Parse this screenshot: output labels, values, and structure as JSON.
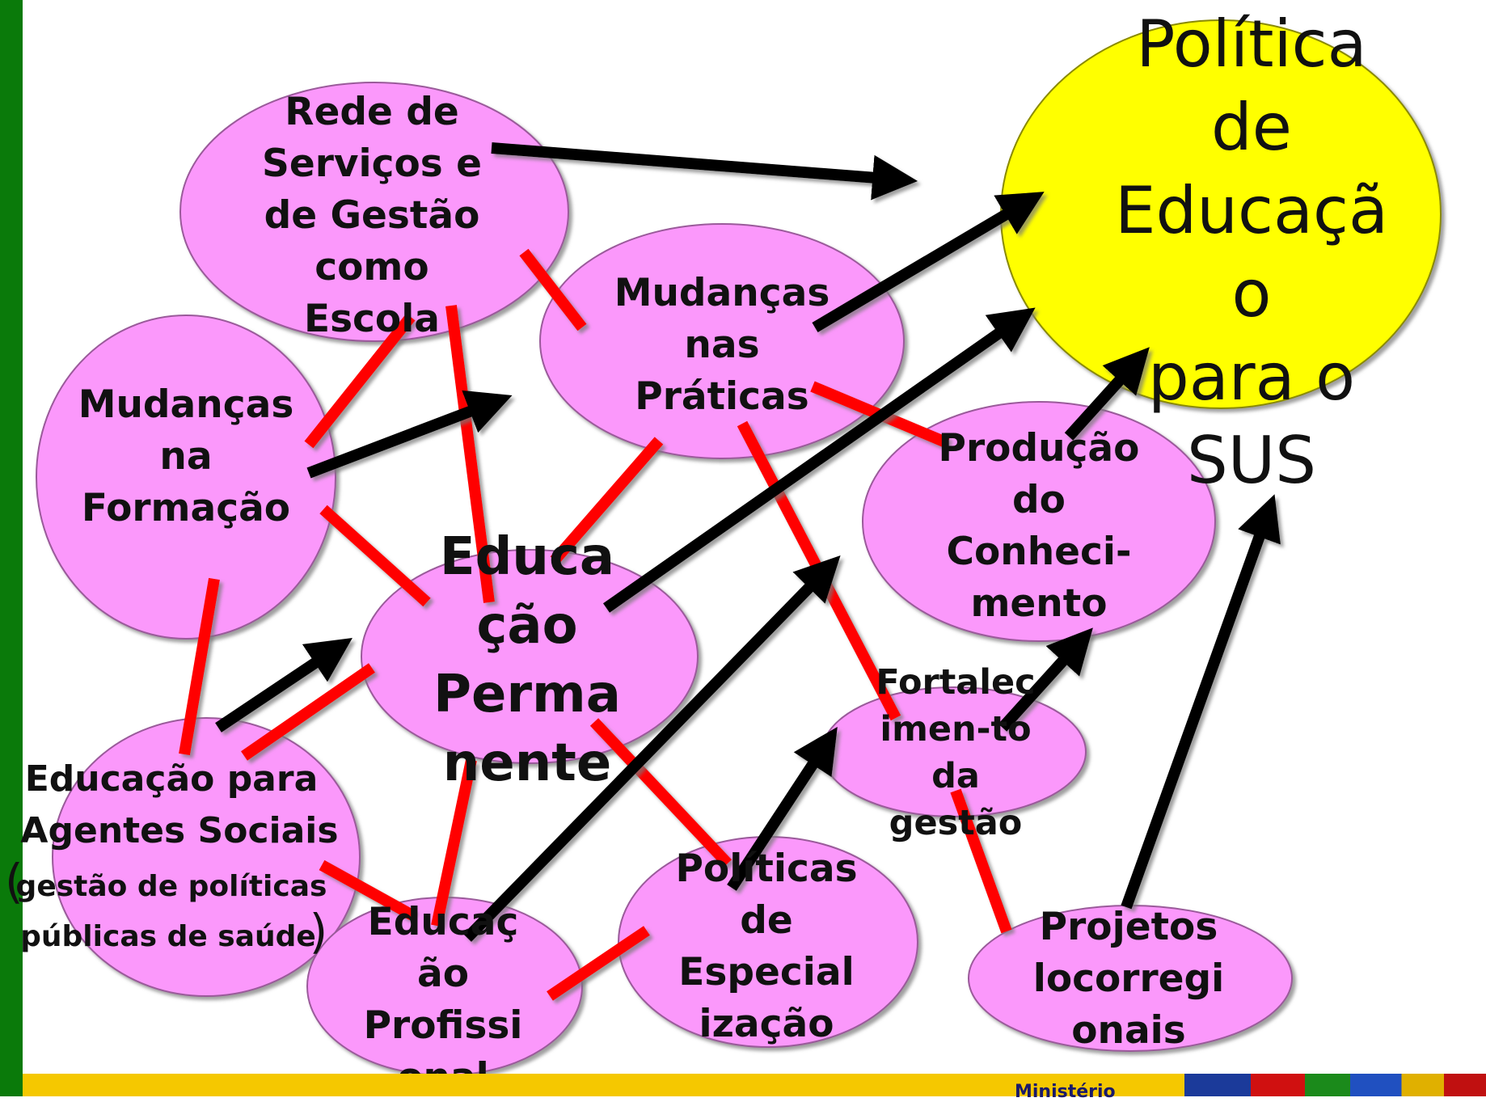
{
  "colors": {
    "bubble": "#fb98fb",
    "target": "#ffff00",
    "arrow": "#000000",
    "link": "#ff0000"
  },
  "nodes": {
    "politica": [
      "Política",
      "de",
      "Educaçã",
      "o",
      "para o",
      "SUS"
    ],
    "rede": [
      "Rede de",
      "Serviços e",
      "de Gestão",
      "como",
      "Escola"
    ],
    "praticas": [
      "Mudanças",
      "nas",
      "Práticas"
    ],
    "formacao": [
      "Mudanças",
      "na",
      "Formação"
    ],
    "educacao_permanente": [
      "Educa",
      "ção",
      "Perma",
      "nente"
    ],
    "producao": [
      "Produção",
      "do",
      "Conheci-",
      "mento"
    ],
    "agentes": [
      "Educação para",
      "Agentes Sociais",
      "gestão de políticas",
      "públicas de saúde"
    ],
    "agentes_paren_open": "(",
    "agentes_paren_close": ")",
    "fortalecimento": [
      "Fortalec",
      "imen-to",
      "da",
      "gestão"
    ],
    "profissional": [
      "Educaç",
      "ão",
      "Profissi",
      "onal"
    ],
    "especializacao": [
      "Políticas",
      "de",
      "Especial",
      "ização"
    ],
    "projetos": [
      "Projetos",
      "locorregi",
      "onais"
    ]
  },
  "footer": {
    "ministry": "Ministério"
  }
}
